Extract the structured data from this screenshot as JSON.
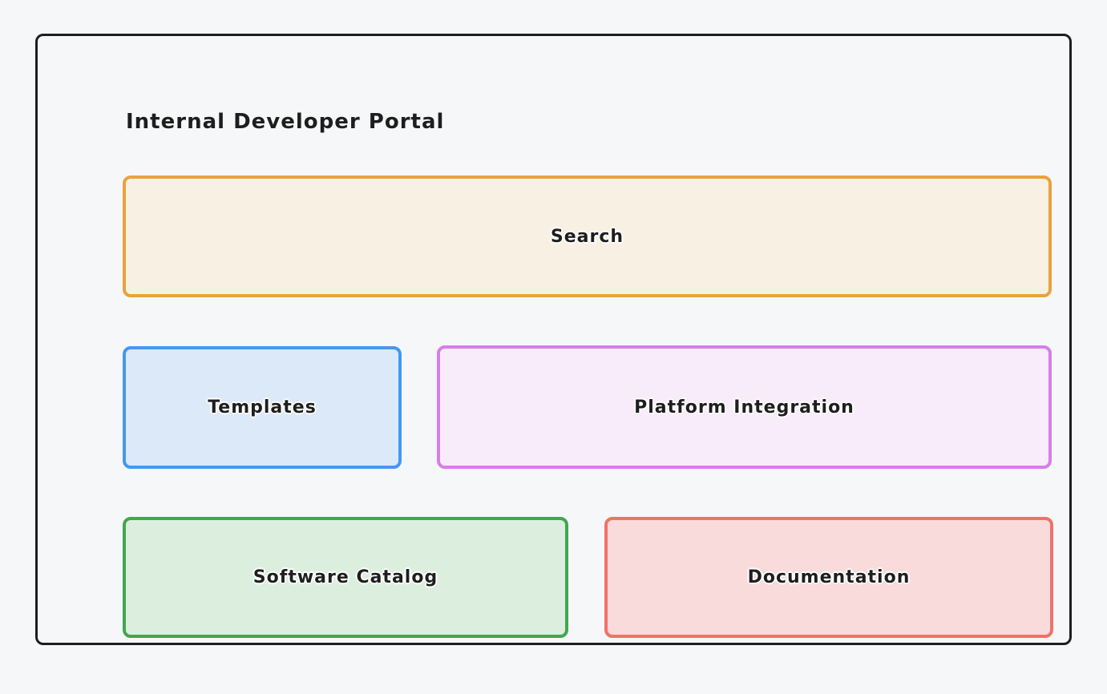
{
  "diagram": {
    "title": "Internal Developer Portal",
    "colors": {
      "background": "#f6f7f9",
      "frame_border": "#1e1e1e",
      "text": "#1e1e1e",
      "label_halo": "#ffffff"
    },
    "boxes": [
      {
        "id": "search",
        "label": "Search",
        "border_color": "#e9a33b",
        "fill_color": "#f8f0e3"
      },
      {
        "id": "templates",
        "label": "Templates",
        "border_color": "#4598f0",
        "fill_color": "#dbe9f8"
      },
      {
        "id": "platform-integration",
        "label": "Platform Integration",
        "border_color": "#d77ee8",
        "fill_color": "#f8ebfa"
      },
      {
        "id": "software-catalog",
        "label": "Software Catalog",
        "border_color": "#43a650",
        "fill_color": "#dcefde"
      },
      {
        "id": "documentation",
        "label": "Documentation",
        "border_color": "#f1716b",
        "fill_color": "#f8dbda"
      }
    ]
  }
}
